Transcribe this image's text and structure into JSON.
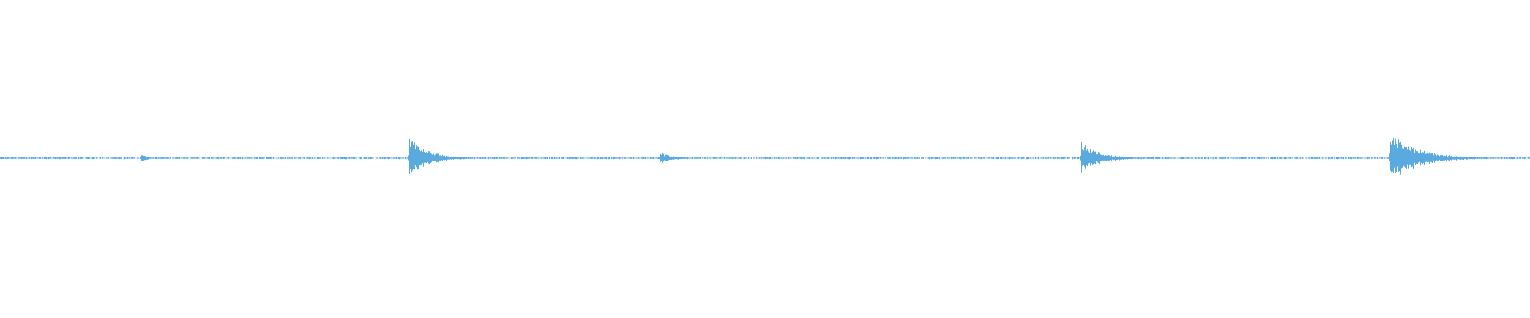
{
  "waveform": {
    "color": "#5aaae0",
    "baseline_amplitude": 0.01,
    "transients": [
      {
        "t": 0.092,
        "peak": 0.06,
        "decay": 0.004
      },
      {
        "t": 0.267,
        "peak": 0.28,
        "decay": 0.012
      },
      {
        "t": 0.431,
        "peak": 0.08,
        "decay": 0.008
      },
      {
        "t": 0.706,
        "peak": 0.22,
        "decay": 0.012
      },
      {
        "t": 0.908,
        "peak": 0.33,
        "decay": 0.018
      }
    ]
  }
}
